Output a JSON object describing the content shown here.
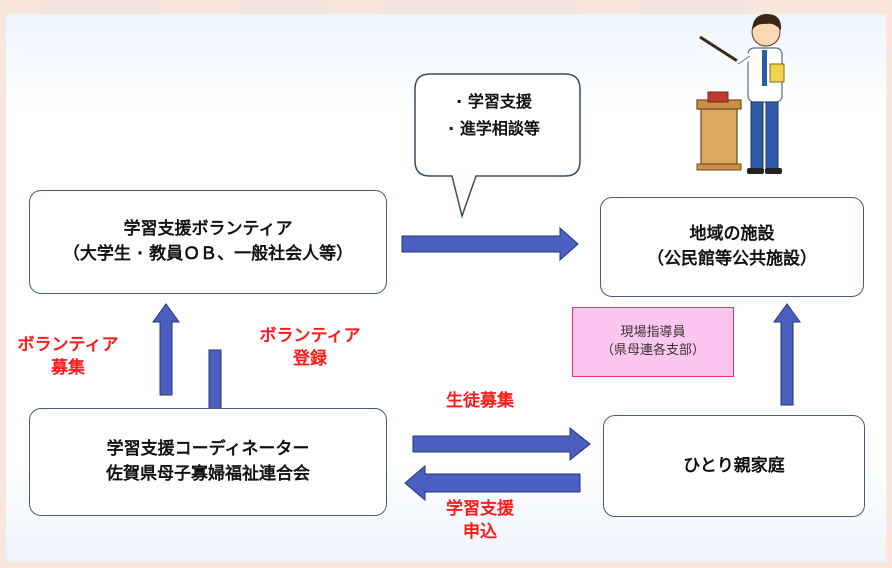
{
  "bubble": {
    "line1": "· 学習支援",
    "line2": "· 進学相談等"
  },
  "volunteer_box": {
    "line1": "学習支援ボランティア",
    "line2": "（大学生 · 教員ＯＢ、一般社会人等）"
  },
  "facility_box": {
    "line1": "地域の施設",
    "line2": "（公民館等公共施設）"
  },
  "coordinator_box": {
    "line1": "学習支援コーディネーター",
    "line2": "佐賀県母子寡婦福祉連合会"
  },
  "family_box": {
    "line1": "ひとり親家庭"
  },
  "supervisor_box": {
    "line1": "現場指導員",
    "line2": "（県母連各支部）"
  },
  "labels": {
    "volunteer_recruit_1": "ボランティア",
    "volunteer_recruit_2": "募集",
    "volunteer_register_1": "ボランティア",
    "volunteer_register_2": "登録",
    "student_recruit": "生徒募集",
    "study_apply_1": "学習支援",
    "study_apply_2": "申込"
  },
  "colors": {
    "arrow_fill": "#4a5fc0",
    "arrow_stroke": "#26337a",
    "label_red": "#ff1a1a",
    "pink_fill": "#fdc6f0",
    "pink_border": "#ff2a6a"
  },
  "icons": [
    "teacher-illustration-icon",
    "speech-bubble-icon"
  ]
}
